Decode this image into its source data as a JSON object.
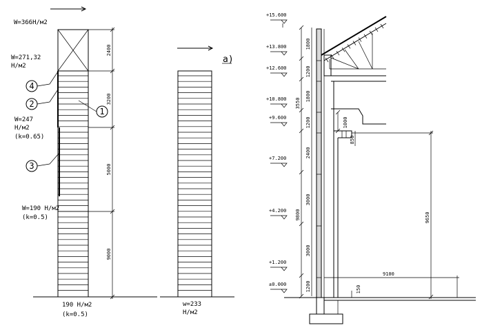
{
  "wind": {
    "w_top": "W=366Н/м2",
    "w_27132_line1": "W=271,32",
    "w_27132_line2": "Н/м2",
    "w_247_line1": "W=247",
    "w_247_line2": "Н/м2",
    "w_247_line3": "(k=0.65)",
    "w_190_line1": "W=190 Н/м2",
    "w_190_line2": "(k=0.5)",
    "bottom_left_line1": "190  Н/м2",
    "bottom_left_line2": "(k=0.5)",
    "bottom_mid_line1": "w=233",
    "bottom_mid_line2": "Н/м2"
  },
  "callouts": [
    "1",
    "2",
    "3",
    "4"
  ],
  "section_label": "а)",
  "left_dims": [
    "2400",
    "3200",
    "5000",
    "9000"
  ],
  "levels": [
    "+15.600",
    "+13.800",
    "+12.600",
    "+10.800",
    "+9.600",
    "+7.200",
    "+4.200",
    "+1.200",
    "±0.000"
  ],
  "right_dims": [
    "1800",
    "1200",
    "3550",
    "1800",
    "1200",
    "2400",
    "3000",
    "9800",
    "3000",
    "1200"
  ],
  "frame_dims": [
    "1000",
    "850",
    "9650",
    "9100",
    "150"
  ]
}
